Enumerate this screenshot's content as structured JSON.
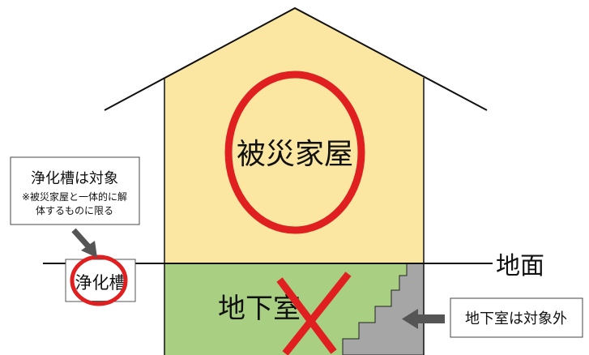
{
  "house": {
    "label": "被災家屋"
  },
  "basement": {
    "label": "地下室"
  },
  "ground": {
    "label": "地面"
  },
  "septic": {
    "label": "浄化槽",
    "callout_title": "浄化槽は対象",
    "callout_note_line1": "※被災家屋と一体的に解",
    "callout_note_line2": "体するものに限る"
  },
  "exclusion_note": "地下室は対象外",
  "colors": {
    "house_fill": "#fbe7a2",
    "basement_fill": "#a9cf83",
    "stair_fill": "#a6a6a6",
    "mark_red": "#e02020",
    "arrow_gray": "#555555",
    "line": "#111111"
  },
  "icons": {
    "included_mark": "red-circle",
    "excluded_mark": "red-cross",
    "pointer": "gray-arrow"
  }
}
